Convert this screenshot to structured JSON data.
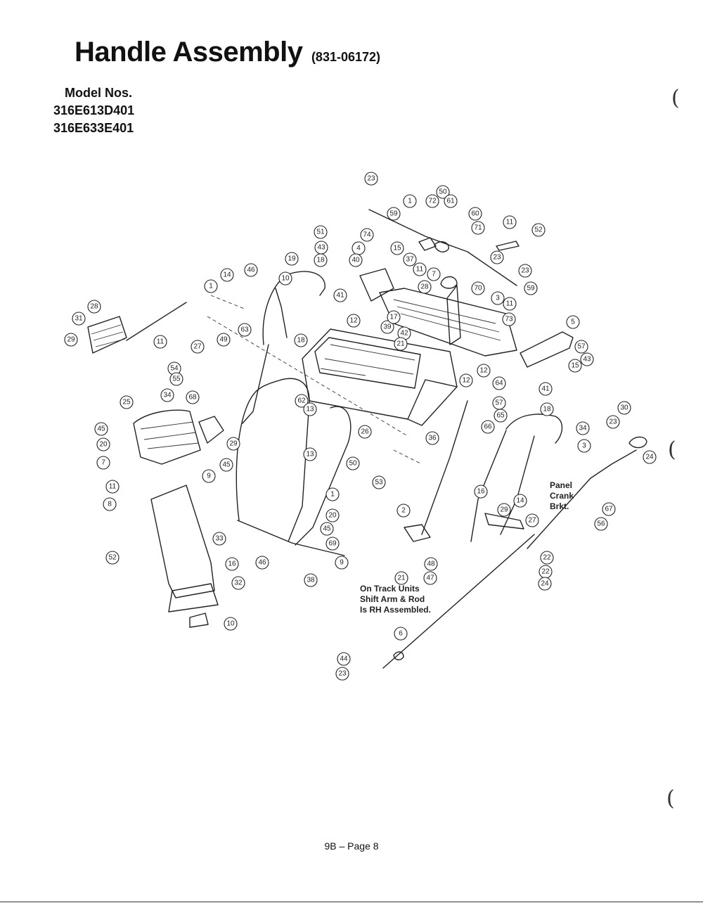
{
  "title": "Handle Assembly",
  "part_number": "(831-06172)",
  "model_header": "Model Nos.",
  "models": [
    "316E613D401",
    "316E633E401"
  ],
  "notes": {
    "panel_crank": [
      "Panel",
      "Crank",
      "Brkt."
    ],
    "track_units": [
      "On Track Units",
      "Shift Arm & Rod",
      "Is RH Assembled."
    ]
  },
  "footer": "9B – Page 8",
  "callouts": [
    {
      "n": "23"
    },
    {
      "n": "1"
    },
    {
      "n": "50"
    },
    {
      "n": "72"
    },
    {
      "n": "61"
    },
    {
      "n": "59"
    },
    {
      "n": "60"
    },
    {
      "n": "71"
    },
    {
      "n": "11"
    },
    {
      "n": "52"
    },
    {
      "n": "51"
    },
    {
      "n": "74"
    },
    {
      "n": "4"
    },
    {
      "n": "43"
    },
    {
      "n": "15"
    },
    {
      "n": "18"
    },
    {
      "n": "40"
    },
    {
      "n": "37"
    },
    {
      "n": "11"
    },
    {
      "n": "7"
    },
    {
      "n": "23"
    },
    {
      "n": "23"
    },
    {
      "n": "59"
    },
    {
      "n": "41"
    },
    {
      "n": "19"
    },
    {
      "n": "14"
    },
    {
      "n": "46"
    },
    {
      "n": "10"
    },
    {
      "n": "28"
    },
    {
      "n": "70"
    },
    {
      "n": "3"
    },
    {
      "n": "11"
    },
    {
      "n": "1"
    },
    {
      "n": "28"
    },
    {
      "n": "31"
    },
    {
      "n": "29"
    },
    {
      "n": "11"
    },
    {
      "n": "12"
    },
    {
      "n": "39"
    },
    {
      "n": "42"
    },
    {
      "n": "17"
    },
    {
      "n": "21"
    },
    {
      "n": "73"
    },
    {
      "n": "5"
    },
    {
      "n": "57"
    },
    {
      "n": "43"
    },
    {
      "n": "15"
    },
    {
      "n": "41"
    },
    {
      "n": "63"
    },
    {
      "n": "18"
    },
    {
      "n": "49"
    },
    {
      "n": "27"
    },
    {
      "n": "12"
    },
    {
      "n": "12"
    },
    {
      "n": "64"
    },
    {
      "n": "54"
    },
    {
      "n": "55"
    },
    {
      "n": "34"
    },
    {
      "n": "68"
    },
    {
      "n": "62"
    },
    {
      "n": "13"
    },
    {
      "n": "57"
    },
    {
      "n": "65"
    },
    {
      "n": "25"
    },
    {
      "n": "66"
    },
    {
      "n": "36"
    },
    {
      "n": "18"
    },
    {
      "n": "30"
    },
    {
      "n": "23"
    },
    {
      "n": "34"
    },
    {
      "n": "45"
    },
    {
      "n": "20"
    },
    {
      "n": "26"
    },
    {
      "n": "29"
    },
    {
      "n": "3"
    },
    {
      "n": "13"
    },
    {
      "n": "24"
    },
    {
      "n": "7"
    },
    {
      "n": "50"
    },
    {
      "n": "45"
    },
    {
      "n": "9"
    },
    {
      "n": "53"
    },
    {
      "n": "11"
    },
    {
      "n": "8"
    },
    {
      "n": "1"
    },
    {
      "n": "20"
    },
    {
      "n": "16"
    },
    {
      "n": "45"
    },
    {
      "n": "69"
    },
    {
      "n": "33"
    },
    {
      "n": "2"
    },
    {
      "n": "29"
    },
    {
      "n": "14"
    },
    {
      "n": "27"
    },
    {
      "n": "67"
    },
    {
      "n": "56"
    },
    {
      "n": "46"
    },
    {
      "n": "9"
    },
    {
      "n": "21"
    },
    {
      "n": "48"
    },
    {
      "n": "47"
    },
    {
      "n": "52"
    },
    {
      "n": "16"
    },
    {
      "n": "32"
    },
    {
      "n": "38"
    },
    {
      "n": "10"
    },
    {
      "n": "22"
    },
    {
      "n": "22"
    },
    {
      "n": "24"
    },
    {
      "n": "6"
    },
    {
      "n": "44"
    },
    {
      "n": "23"
    }
  ]
}
